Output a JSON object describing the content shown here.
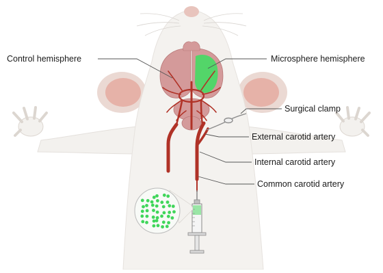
{
  "labels": {
    "control_hemisphere": "Control hemisphere",
    "microsphere_hemisphere": "Microsphere hemisphere",
    "surgical_clamp": "Surgical clamp",
    "external_carotid": "External carotid artery",
    "internal_carotid": "Internal carotid artery",
    "common_carotid": "Common carotid artery"
  },
  "colors": {
    "rat_body": "#f4f2ef",
    "rat_outline": "#e4e0dc",
    "ear_inner": "#e6b2a8",
    "brain": "#d49a9a",
    "artery": "#b03227",
    "microsphere_region": "#4cd866",
    "microspheres": "#3fd65a",
    "leader_line": "#555555"
  }
}
